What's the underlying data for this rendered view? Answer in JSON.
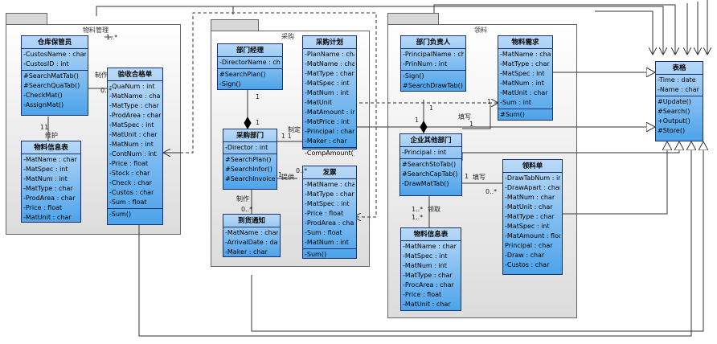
{
  "packages": {
    "material": {
      "name": "物料管理"
    },
    "purchase": {
      "name": "采购"
    },
    "pick": {
      "name": "领料"
    }
  },
  "classes": {
    "warehouse_keeper": {
      "title": "仓库保管员",
      "attrs": [
        "-CustosName : char",
        "-CustosID : int"
      ],
      "ops": [
        "#SearchMatTab()",
        "#SearchQuaTab()",
        "-CheckMat()",
        "-AssignMat()"
      ]
    },
    "inspection": {
      "title": "验收合格单",
      "attrs": [
        "-QuaNum : int",
        "-MatName : char",
        "-MatType : char",
        "-ProdArea : char",
        "-MatSpec : int",
        "-MatUnit : char",
        "-MatNum : int",
        "-ContNum : int",
        "-Price : float",
        "-Stock : char",
        "-Check : char",
        "-Custos : char",
        "-Sum : float"
      ],
      "ops": [
        "-Sum()"
      ]
    },
    "material_info": {
      "title": "物料信息表",
      "attrs": [
        "-MatName : char",
        "-MatSpec : int",
        "-MatNum : int",
        "-MatType : char",
        "-ProdArea : char",
        "-Price : float",
        "-MatUnit : char"
      ]
    },
    "dept_manager": {
      "title": "部门经理",
      "attrs": [
        "-DirectorName : char"
      ],
      "ops": [
        "#SearchPlan()",
        "-Sign()"
      ]
    },
    "purchase_plan": {
      "title": "采购计划",
      "attrs": [
        "-PlanName : char",
        "-MatName : char",
        "-MatType : char",
        "-MatSpec : int",
        "-MatNum : int",
        "-MatUnit",
        "-MatAmount : int",
        "-MatPrice : int",
        "-Principal : char",
        "-Maker : char"
      ],
      "ops": [
        "-CompAmount()"
      ]
    },
    "purchase_dept": {
      "title": "采购部门",
      "attrs": [
        "-Director : int"
      ],
      "ops": [
        "#SearchPlan()",
        "#SearchInfor()",
        "#SearchInvoice()"
      ]
    },
    "invoice": {
      "title": "发票",
      "attrs": [
        "-MatName : char",
        "-MatType : char",
        "-MatSpec : int",
        "-Price : float",
        "-ProdArea : char",
        "-Sum : float",
        "-MatNum : int"
      ],
      "ops": [
        "-Sum()"
      ]
    },
    "arrival": {
      "title": "到货通知",
      "attrs": [
        "-MatName : char",
        "-ArrivalDate : date",
        "-Maker : char"
      ]
    },
    "dept_head": {
      "title": "部门负责人",
      "attrs": [
        "-PrincipalName : char",
        "-PrinNum : int"
      ],
      "ops": [
        "-Sign()",
        "#SearchDrawTab()"
      ]
    },
    "material_demand": {
      "title": "物料需求",
      "attrs": [
        "-MatName : char",
        "-MatType : char",
        "-MatSpec : int",
        "-MatNum : int",
        "-MatUnit : char",
        "-Sum : int"
      ],
      "ops": [
        "#Sum()"
      ]
    },
    "enterprise_dept": {
      "title": "企业其他部门",
      "attrs": [
        "-Principal : int"
      ],
      "ops": [
        "#SearchStoTab()",
        "#SearchCapTab()",
        "-DrawMatTab()"
      ]
    },
    "pick_slip": {
      "title": "领料单",
      "attrs": [
        "-DrawTabNum : int",
        "-DrawApart : char",
        "-MatNum : char",
        "-MatUnit : char",
        "-MatType : char",
        "-MatSpec : int",
        "-MatAmount : float",
        "Principal : char",
        "-Draw : char",
        "-Custos : char"
      ]
    },
    "material_info2": {
      "title": "物料信息表",
      "attrs": [
        "-MatName : char",
        "-MatSpec : int",
        "-MatNum : int",
        "-MatType : char",
        "-ProcArea : char",
        "-Price : float",
        "-MatUnit : char"
      ]
    },
    "table": {
      "title": "表格",
      "attrs": [
        "-Time : date",
        "-Name : char"
      ],
      "ops": [
        "#Update()",
        "#Search()",
        "+Output()",
        "#Store()"
      ]
    }
  },
  "labels": {
    "control": "制作",
    "m1a": "1..*",
    "m0a": "0..*",
    "m11a": "11",
    "maintain": "维护",
    "m1b": "1",
    "m1c": "1",
    "make": "制定",
    "m11b": "1 1",
    "provide": "提供",
    "m0b": "0..*",
    "m1d": "1",
    "produce": "制作",
    "m0c": "0..*",
    "fill1": "填写",
    "m1e": "1",
    "m1f": "1",
    "m1g": "1",
    "m1h": "1",
    "fill2": "填写",
    "m1i": "1",
    "m0d": "0..*",
    "receive": "领取",
    "m1j": "1..*",
    "m1k": "1..*"
  }
}
